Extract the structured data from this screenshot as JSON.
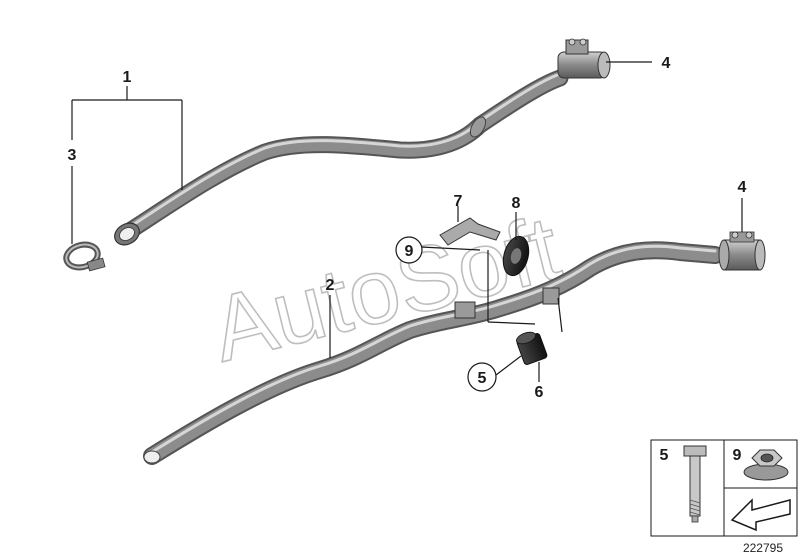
{
  "callouts": {
    "c1": "1",
    "c2": "2",
    "c3": "3",
    "c4_top": "4",
    "c4_right": "4",
    "c5": "5",
    "c6": "6",
    "c7": "7",
    "c8": "8",
    "c9": "9"
  },
  "watermark": "AutoSoft",
  "legend": {
    "cell_bolt_number": "5",
    "cell_nut_number": "9"
  },
  "diagram_number": "222795",
  "colors": {
    "pipe": "#8c8c8c",
    "pipe_highlight": "#d6d6d6",
    "pipe_shadow": "#555555",
    "ink": "#1a1a1a"
  }
}
